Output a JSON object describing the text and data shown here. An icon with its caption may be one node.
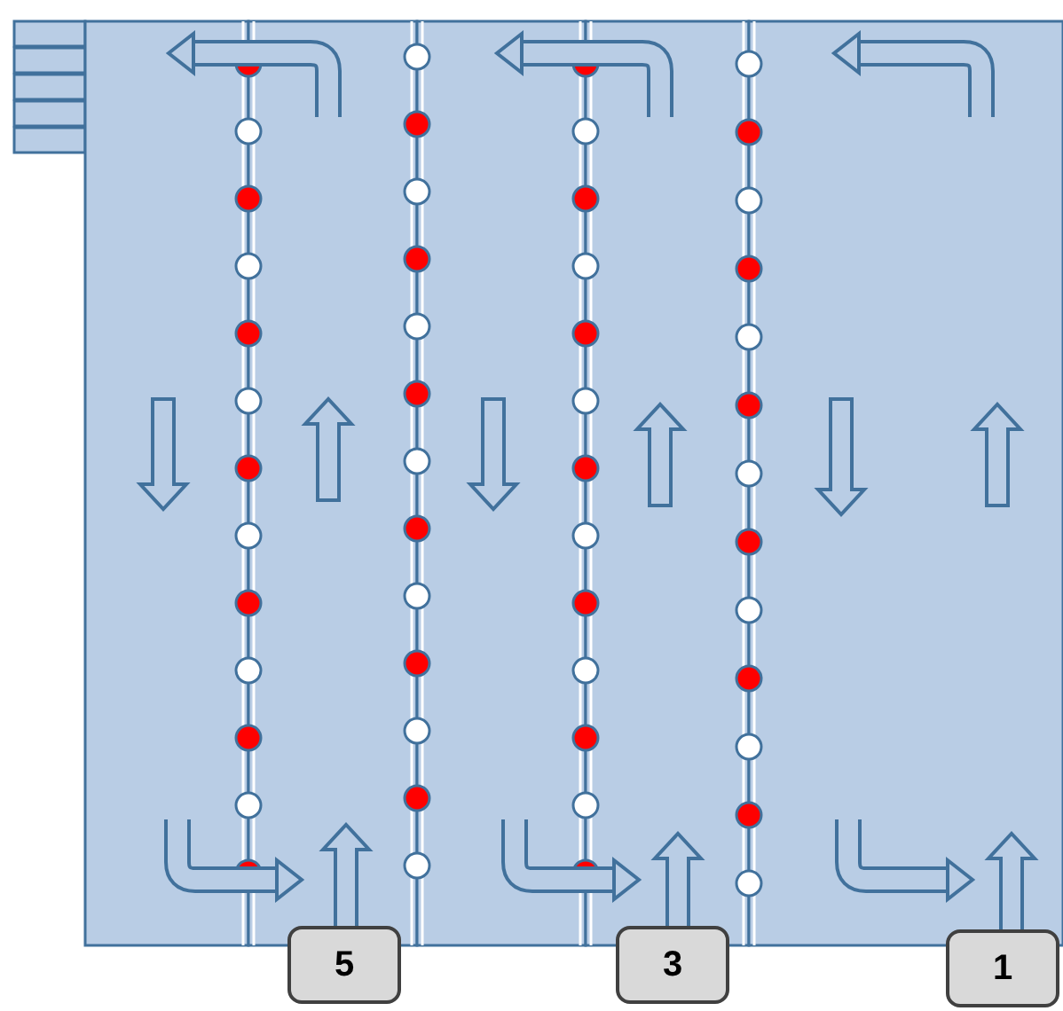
{
  "diagram": {
    "nodes": [
      {
        "text": [
          "5"
        ]
      },
      {
        "text": [
          "3"
        ]
      },
      {
        "text": [
          "1"
        ]
      }
    ]
  }
}
